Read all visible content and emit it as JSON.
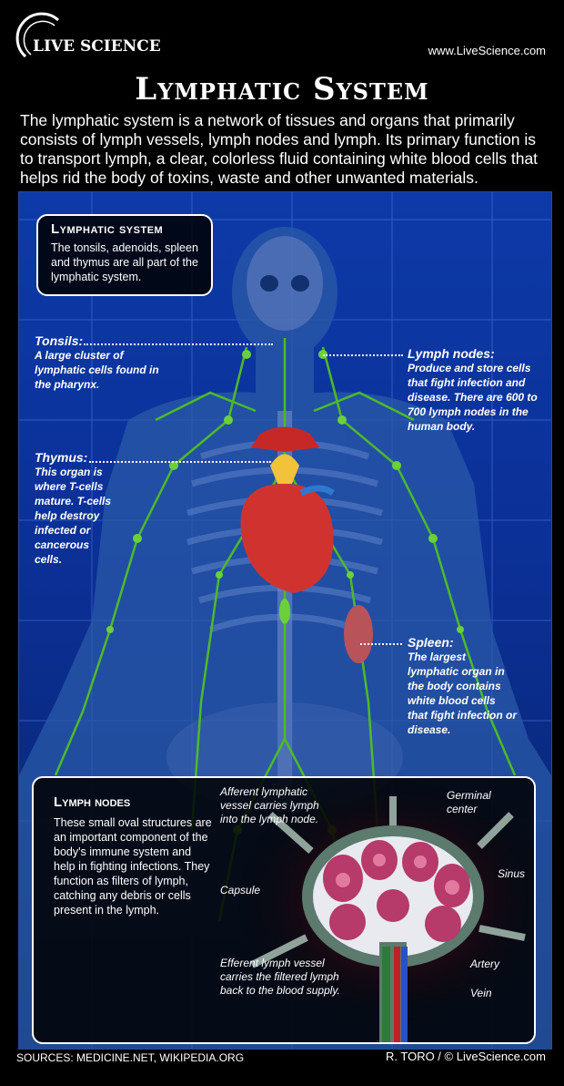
{
  "header": {
    "logo_text": "LIVE SCIENCE",
    "site_url": "www.LiveScience.com",
    "title": "Lymphatic System",
    "intro": "The lymphatic system is a network of tissues and organs that primarily consists of lymph vessels, lymph nodes and lymph. Its primary function is to transport lymph, a clear, colorless fluid containing white blood cells that helps rid the body of toxins, waste and other unwanted materials."
  },
  "lymphatic_box": {
    "title": "Lymphatic system",
    "text": "The tonsils, adenoids, spleen and thymus are all part of the lymphatic system."
  },
  "labels": {
    "tonsils": {
      "heading": "Tonsils:",
      "text": "A large cluster of lymphatic cells found in the pharynx."
    },
    "lymph_nodes": {
      "heading": "Lymph nodes:",
      "text": "Produce and store cells that fight infection and disease. There are 600 to 700 lymph nodes in the human body."
    },
    "thymus": {
      "heading": "Thymus:",
      "text": "This organ is where T-cells mature. T-cells help destroy infected or cancerous cells."
    },
    "spleen": {
      "heading": "Spleen:",
      "text": "The largest lymphatic organ in the body contains white blood cells that fight infection or disease."
    }
  },
  "lymph_node_box": {
    "title": "Lymph nodes",
    "text": "These small oval structures are an important component of the body's immune system and help in fighting infections. They function as filters of lymph, catching any debris or cells present in the lymph.",
    "afferent": "Afferent lymphatic vessel carries lymph into the lymph node.",
    "germinal": "Germinal center",
    "sinus": "Sinus",
    "capsule": "Capsule",
    "efferent": "Efferent lymph vessel carries the filtered lymph back to the blood supply.",
    "artery": "Artery",
    "vein": "Vein"
  },
  "footer": {
    "sources": "SOURCES: MEDICINE.NET, WIKIPEDIA.ORG",
    "credit": "R. TORO / © LiveScience.com"
  }
}
